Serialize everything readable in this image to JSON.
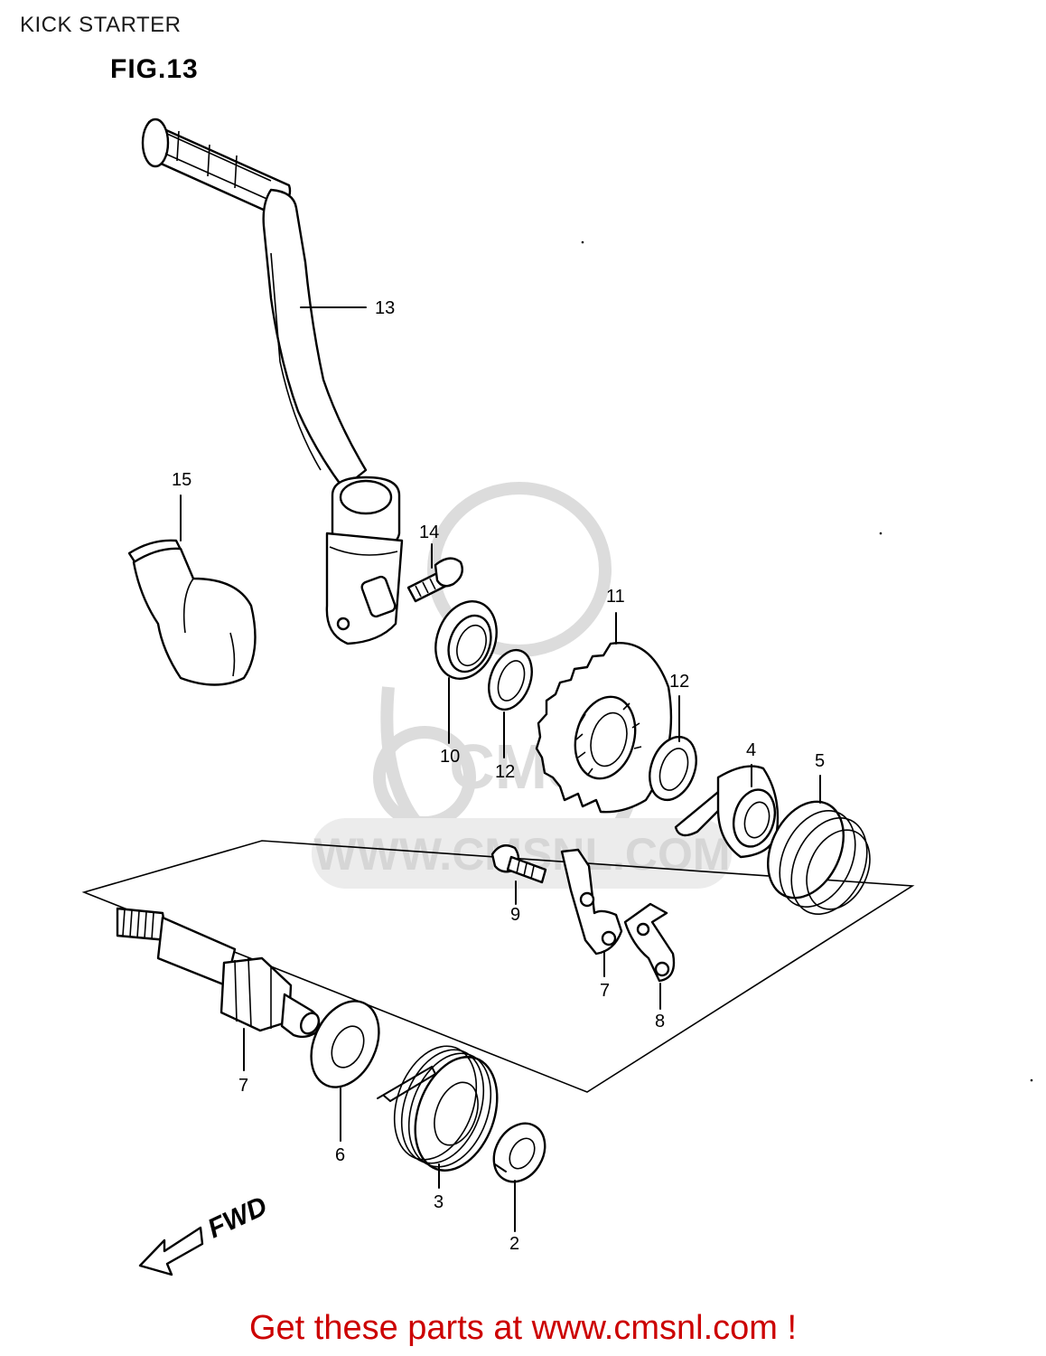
{
  "page": {
    "title": "KICK STARTER",
    "figure": "FIG.13",
    "footer": "Get these parts at www.cmsnl.com !"
  },
  "watermark": {
    "text": "WWW.CMSNL.COM",
    "logo_letters": "CMS"
  },
  "direction_label": "FWD",
  "parts": [
    {
      "ref": "13",
      "name": "kick-starter-lever"
    },
    {
      "ref": "14",
      "name": "lever-bolt"
    },
    {
      "ref": "15",
      "name": "lever-cover"
    },
    {
      "ref": "10",
      "name": "oil-seal"
    },
    {
      "ref": "12",
      "name": "washer"
    },
    {
      "ref": "11",
      "name": "kick-starter-gear"
    },
    {
      "ref": "12",
      "name": "washer-2"
    },
    {
      "ref": "4",
      "name": "guide"
    },
    {
      "ref": "5",
      "name": "spring"
    },
    {
      "ref": "9",
      "name": "stopper-bolt"
    },
    {
      "ref": "7",
      "name": "stopper-plate"
    },
    {
      "ref": "8",
      "name": "guide-plate"
    },
    {
      "ref": "7",
      "name": "kick-starter-shaft"
    },
    {
      "ref": "6",
      "name": "thrust-washer"
    },
    {
      "ref": "3",
      "name": "return-spring"
    },
    {
      "ref": "2",
      "name": "circlip"
    }
  ]
}
